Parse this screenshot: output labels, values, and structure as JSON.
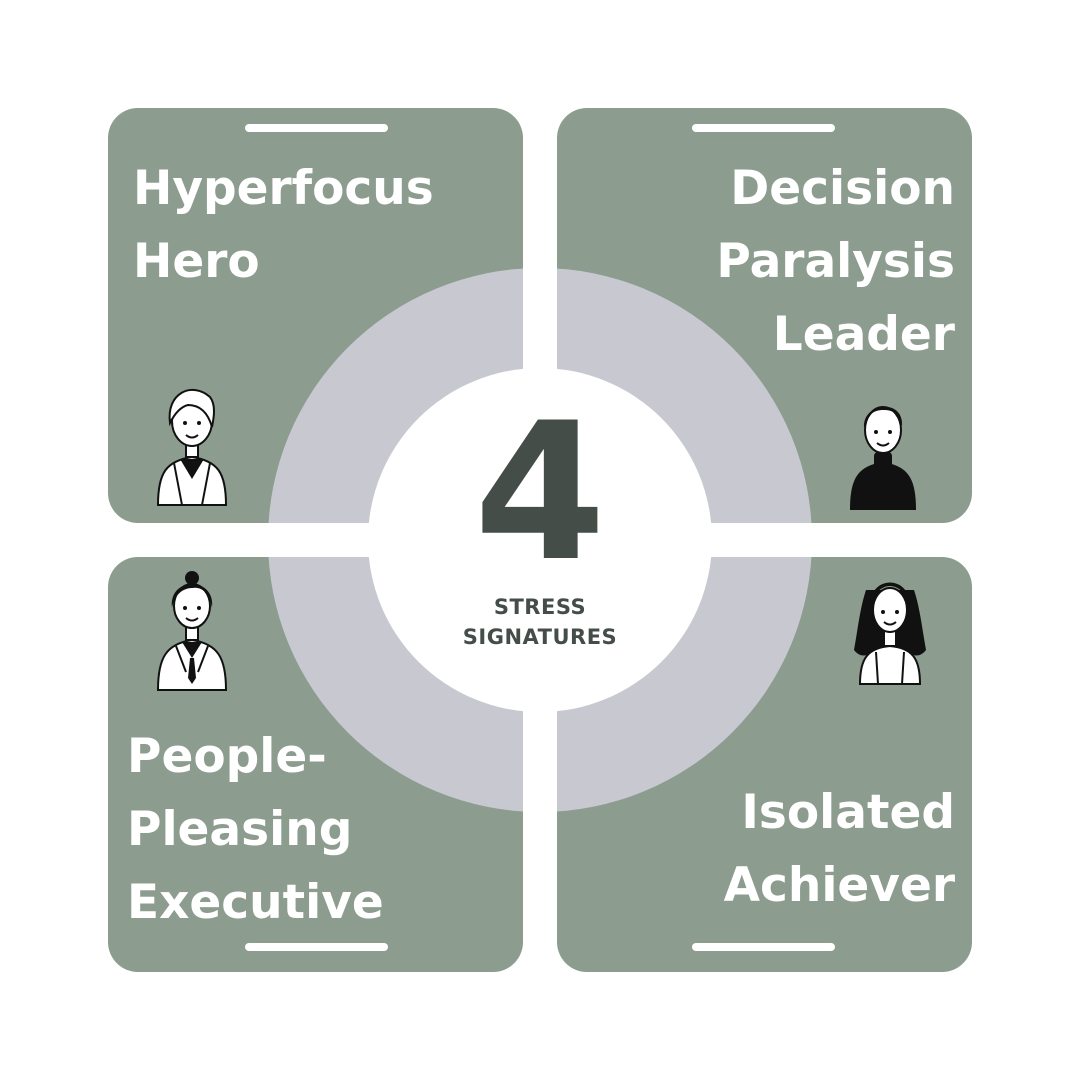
{
  "center": {
    "number": "4",
    "label_line1": "STRESS",
    "label_line2": "SIGNATURES"
  },
  "quadrants": [
    {
      "id": "top-left",
      "title": "Hyperfocus\nHero",
      "icon": "woman-short-hair-jacket-icon"
    },
    {
      "id": "top-right",
      "title": "Decision\nParalysis\nLeader",
      "icon": "man-black-turtleneck-icon"
    },
    {
      "id": "bottom-left",
      "title": "People-\nPleasing\nExecutive",
      "icon": "woman-blazer-icon"
    },
    {
      "id": "bottom-right",
      "title": "Isolated\nAchiever",
      "icon": "woman-long-hair-top-icon"
    }
  ],
  "colors": {
    "card": "#8c9c8f",
    "ring": "#c8c8d0",
    "center_text": "#454d48",
    "card_text": "#ffffff"
  }
}
